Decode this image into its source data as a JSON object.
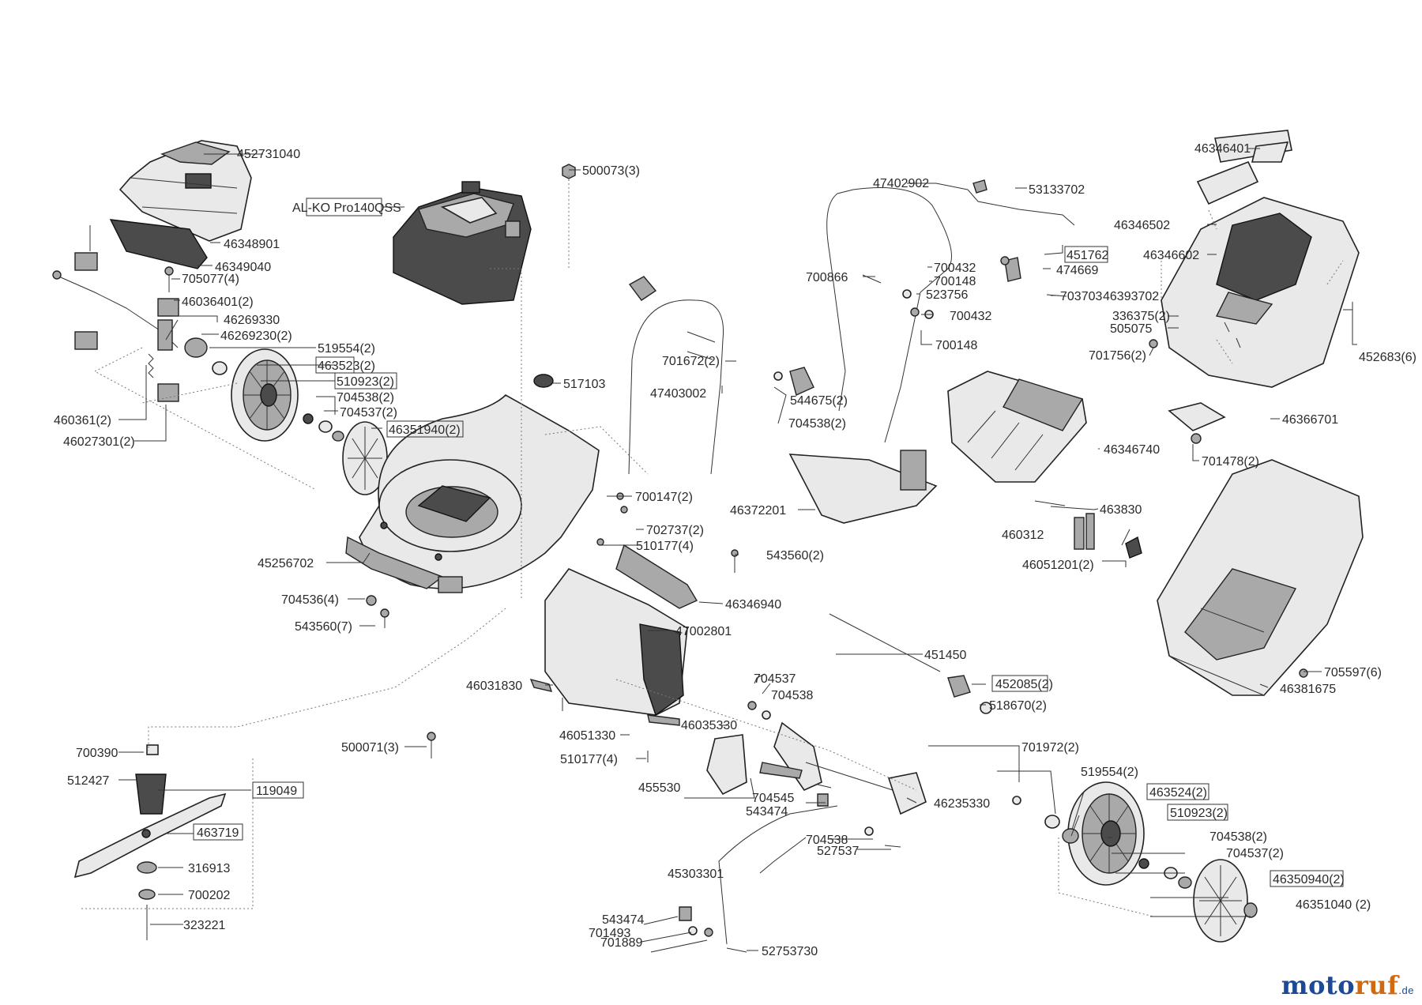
{
  "labels": {
    "l452731040": "452731040",
    "lALKO": "AL-KO Pro140QSS",
    "l500073": "500073(3)",
    "l47402902": "47402902",
    "l53133702": "53133702",
    "l46346401": "46346401",
    "l46348901": "46348901",
    "l46349040": "46349040",
    "l705077": "705077(4)",
    "l46036401": "46036401(2)",
    "l46269330": "46269330",
    "l46269230": "46269230(2)",
    "l519554a": "519554(2)",
    "l463523": "463523(2)",
    "l510923a": "510923(2)",
    "l704538a": "704538(2)",
    "l704537a": "704537(2)",
    "l46351940": "46351940(2)",
    "l460361": "460361(2)",
    "l46027301": "46027301(2)",
    "l517103": "517103",
    "l701672": "701672(2)",
    "l47403002": "47403002",
    "l544675": "544675(2)",
    "l704538b": "704538(2)",
    "l700866": "700866",
    "l700432a": "700432",
    "l700148a": "700148",
    "l523756": "523756",
    "l700432b": "700432",
    "l700148b": "700148",
    "l451762": "451762",
    "l474669": "474669",
    "l703703": "703703",
    "l46393702": "46393702",
    "l46346502": "46346502",
    "l46346602": "46346602",
    "l336375": "336375(2)",
    "l505075": "505075",
    "l701756": "701756(2)",
    "l452683": "452683(6)",
    "l46366701": "46366701",
    "l701478": "701478(2)",
    "l46346740": "46346740",
    "l463830": "463830",
    "l460312": "460312",
    "l46051201": "46051201(2)",
    "l46372201": "46372201",
    "l700147": "700147(2)",
    "l702737": "702737(2)",
    "l510177a": "510177(4)",
    "l543560a": "543560(2)",
    "l45256702": "45256702",
    "l704536": "704536(4)",
    "l543560b": "543560(7)",
    "l46346940": "46346940",
    "l47002801": "47002801",
    "l451450": "451450",
    "l452085": "452085(2)",
    "l518670": "518670(2)",
    "l705597": "705597(6)",
    "l46381675": "46381675",
    "l46031830": "46031830",
    "l704537b": "704537",
    "l704538c": "704538",
    "l46035330": "46035330",
    "l46051330": "46051330",
    "l500071": "500071(3)",
    "l510177b": "510177(4)",
    "l455530": "455530",
    "l704545": "704545",
    "l543474a": "543474",
    "l46235330": "46235330",
    "l701972": "701972(2)",
    "l519554b": "519554(2)",
    "l463524": "463524(2)",
    "l510923b": "510923(2)",
    "l704538d": "704538(2)",
    "l704537c": "704537(2)",
    "l46350940": "46350940(2)",
    "l46351040": "46351040 (2)",
    "l700390": "700390",
    "l512427": "512427",
    "l119049": "119049",
    "l463719": "463719",
    "l316913": "316913",
    "l700202": "700202",
    "l323221": "323221",
    "l704538e": "704538",
    "l527537": "527537",
    "l45303301": "45303301",
    "l543474b": "543474",
    "l701493": "701493",
    "l701889": "701889",
    "l52753730": "52753730"
  },
  "watermark": {
    "part1": "moto",
    "part2": "ruf",
    "domain": ".de"
  },
  "colors": {
    "brand_blue": "#1c4a96",
    "brand_orange": "#d06a10",
    "line": "#333333"
  }
}
